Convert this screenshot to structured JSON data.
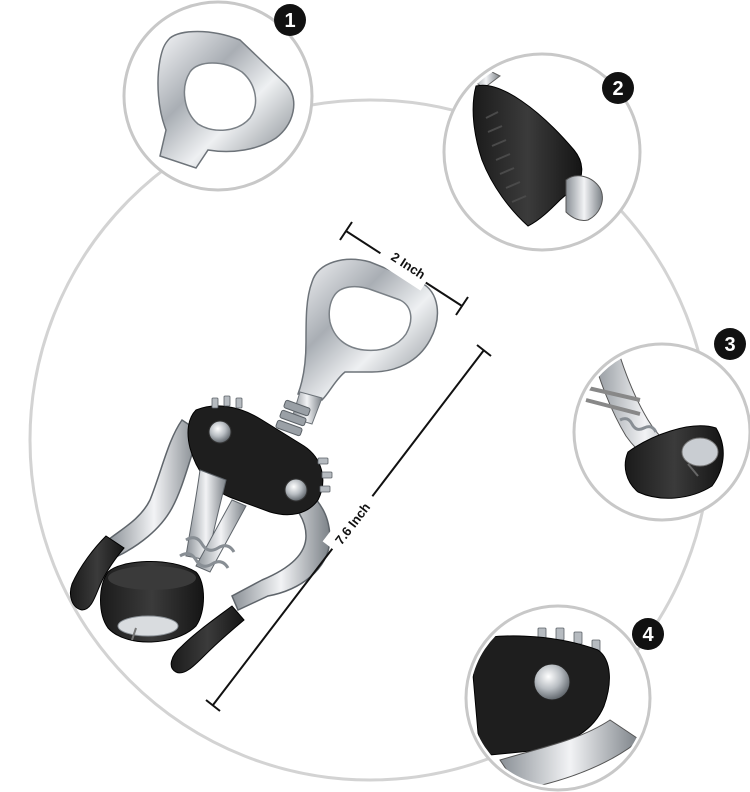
{
  "dimensions": {
    "width_label": "2 Inch",
    "length_label": "7.6 Inch"
  },
  "callouts": [
    {
      "number": "1",
      "part": "bottle-opener-handle"
    },
    {
      "number": "2",
      "part": "lever-arm-grip"
    },
    {
      "number": "3",
      "part": "cork-bell-and-worm"
    },
    {
      "number": "4",
      "part": "gear-pivot-rivet"
    }
  ],
  "colors": {
    "badge": "#111111",
    "steel": "#c9cdd2",
    "rubber": "#2a2a2a",
    "guide_circle": "#d0d0d0"
  }
}
